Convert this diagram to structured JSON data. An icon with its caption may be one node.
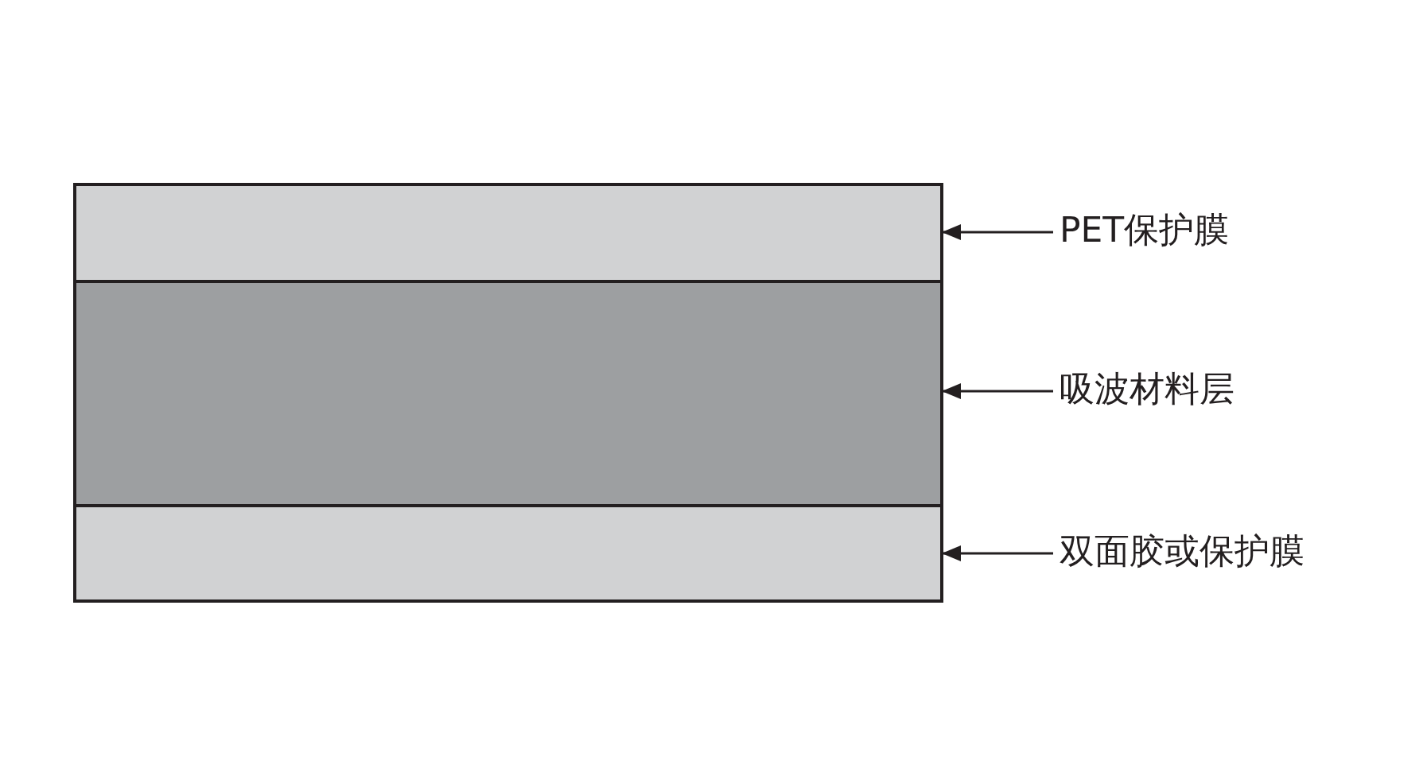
{
  "diagram": {
    "nodes": [
      {
        "text": [],
        "shape": "box"
      },
      {
        "text": [],
        "shape": "box"
      },
      {
        "text": [],
        "shape": "box"
      },
      {
        "text": [
          "PET保护膜"
        ]
      },
      {
        "text": [
          "吸波材料层"
        ]
      },
      {
        "text": [
          "双面胶或保护膜"
        ]
      }
    ],
    "edges": [
      {
        "from": 3,
        "to": 0,
        "arrow": "to"
      },
      {
        "from": 4,
        "to": 1,
        "arrow": "to"
      },
      {
        "from": 5,
        "to": 2,
        "arrow": "to"
      }
    ]
  }
}
